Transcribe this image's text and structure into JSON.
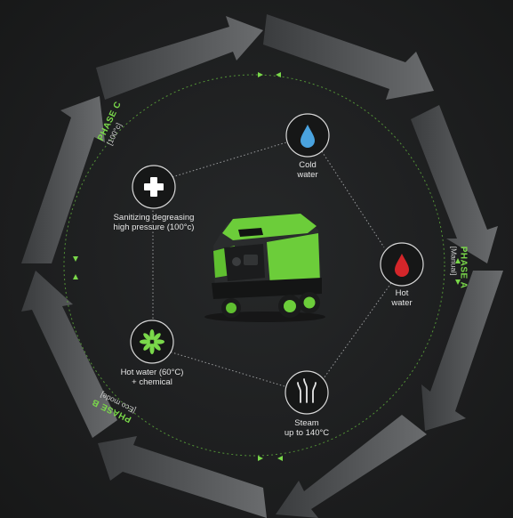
{
  "nodes": {
    "cold_water": {
      "label_1": "Cold",
      "label_2": "water",
      "icon": "water-drop-icon",
      "color": "#4aa3df"
    },
    "hot_water": {
      "label_1": "Hot",
      "label_2": "water",
      "icon": "water-drop-icon",
      "color": "#d4262a"
    },
    "steam": {
      "label_1": "Steam",
      "label_2": "up to 140°C",
      "icon": "steam-icon"
    },
    "hot_water_chemical": {
      "label_1": "Hot water (60°C)",
      "label_2": "+ chemical",
      "icon": "leaf-star-icon",
      "color": "#7ad84a"
    },
    "sanitizing": {
      "label_1": "Sanitizing degreasing",
      "label_2": "high pressure (100°c)",
      "icon": "plus-cross-icon"
    }
  },
  "phases": {
    "a": {
      "title": "PHASE A",
      "sub": "[Manual]"
    },
    "b": {
      "title": "PHASE B",
      "sub": "[Eco mode]"
    },
    "c": {
      "title": "PHASE C",
      "sub": "[100°c]"
    }
  },
  "colors": {
    "accent": "#7ad84a",
    "background": "#1e1f20",
    "arrow": "#5a5c5e"
  },
  "product": {
    "image": "steam-cleaner-machine"
  }
}
